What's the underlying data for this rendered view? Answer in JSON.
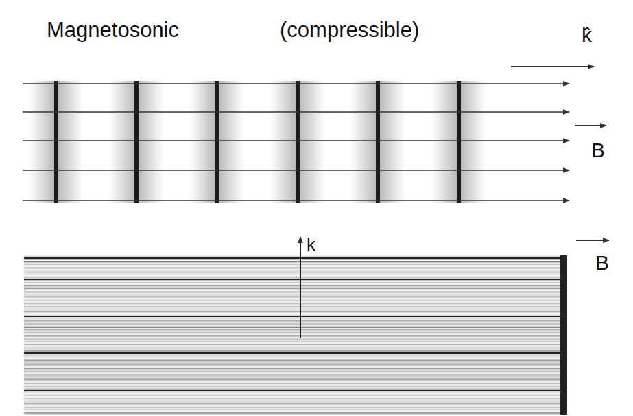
{
  "diagram": {
    "labels": [
      "Magnetosonic",
      "(compressible)",
      "k̂",
      "B",
      "k",
      "B"
    ]
  }
}
